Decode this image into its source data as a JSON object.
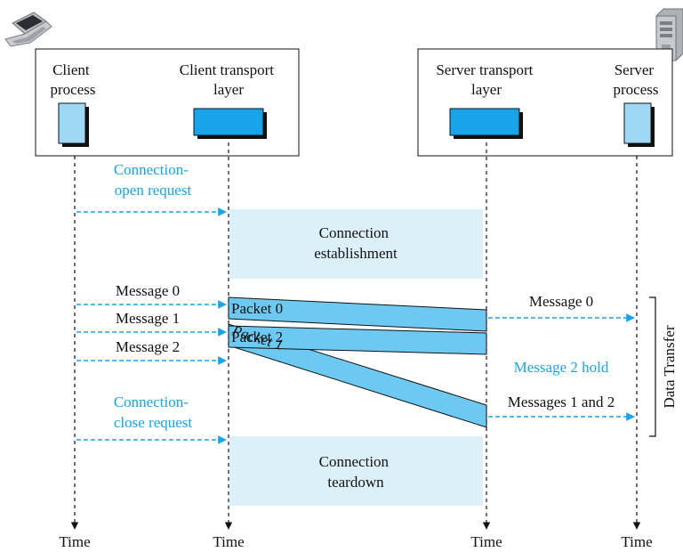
{
  "colors": {
    "accent": "#1aa3e8",
    "process_box": "#9fd8f5",
    "transport_box": "#1aa3e8",
    "phase_band": "#dcf0fa",
    "packet": "#6ec9f2",
    "ink": "#111111"
  },
  "icons": {
    "client": "laptop-icon",
    "server": "server-tower-icon"
  },
  "client": {
    "process_label": [
      "Client",
      "process"
    ],
    "transport_label": [
      "Client transport",
      "layer"
    ]
  },
  "server": {
    "transport_label": [
      "Server transport",
      "layer"
    ],
    "process_label": [
      "Server",
      "process"
    ]
  },
  "connection_open": [
    "Connection-",
    "open request"
  ],
  "connection_close": [
    "Connection-",
    "close request"
  ],
  "establishment": [
    "Connection",
    "establishment"
  ],
  "teardown": [
    "Connection",
    "teardown"
  ],
  "client_messages": [
    "Message  0",
    "Message  1",
    "Message  2"
  ],
  "packets": [
    "Packet 0",
    "Packet 1",
    "Packet 2"
  ],
  "server_messages": {
    "m0": "Message  0",
    "hold": "Message 2 hold",
    "m12": "Messages 1 and 2"
  },
  "data_transfer": "Data Transfer",
  "time_labels": [
    "Time",
    "Time",
    "Time",
    "Time"
  ]
}
